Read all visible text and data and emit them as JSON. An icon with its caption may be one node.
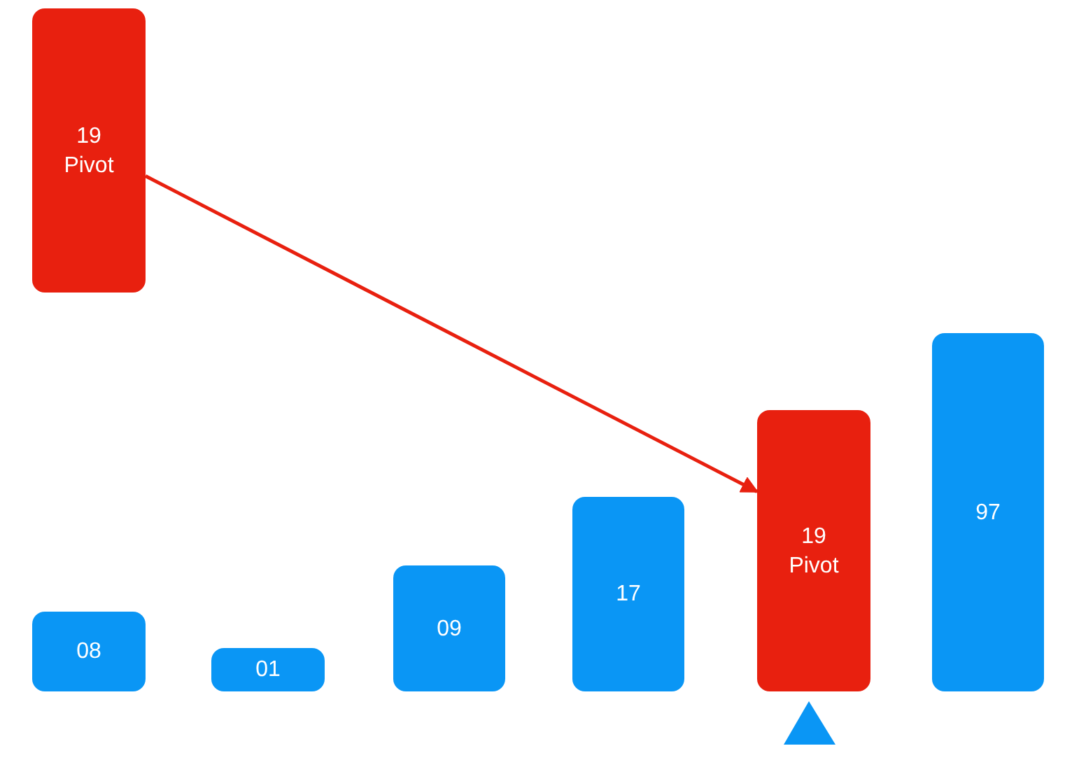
{
  "diagram": {
    "nodes": [
      {
        "text": [
          "19",
          "Pivot"
        ]
      },
      {
        "text": [
          "08"
        ]
      },
      {
        "text": [
          "01"
        ]
      },
      {
        "text": [
          "09"
        ]
      },
      {
        "text": [
          "17"
        ]
      },
      {
        "text": [
          "19",
          "Pivot"
        ]
      },
      {
        "text": [
          "97"
        ]
      }
    ],
    "edges": [
      {
        "from": 0,
        "to": 5,
        "arrow": "to"
      }
    ]
  }
}
